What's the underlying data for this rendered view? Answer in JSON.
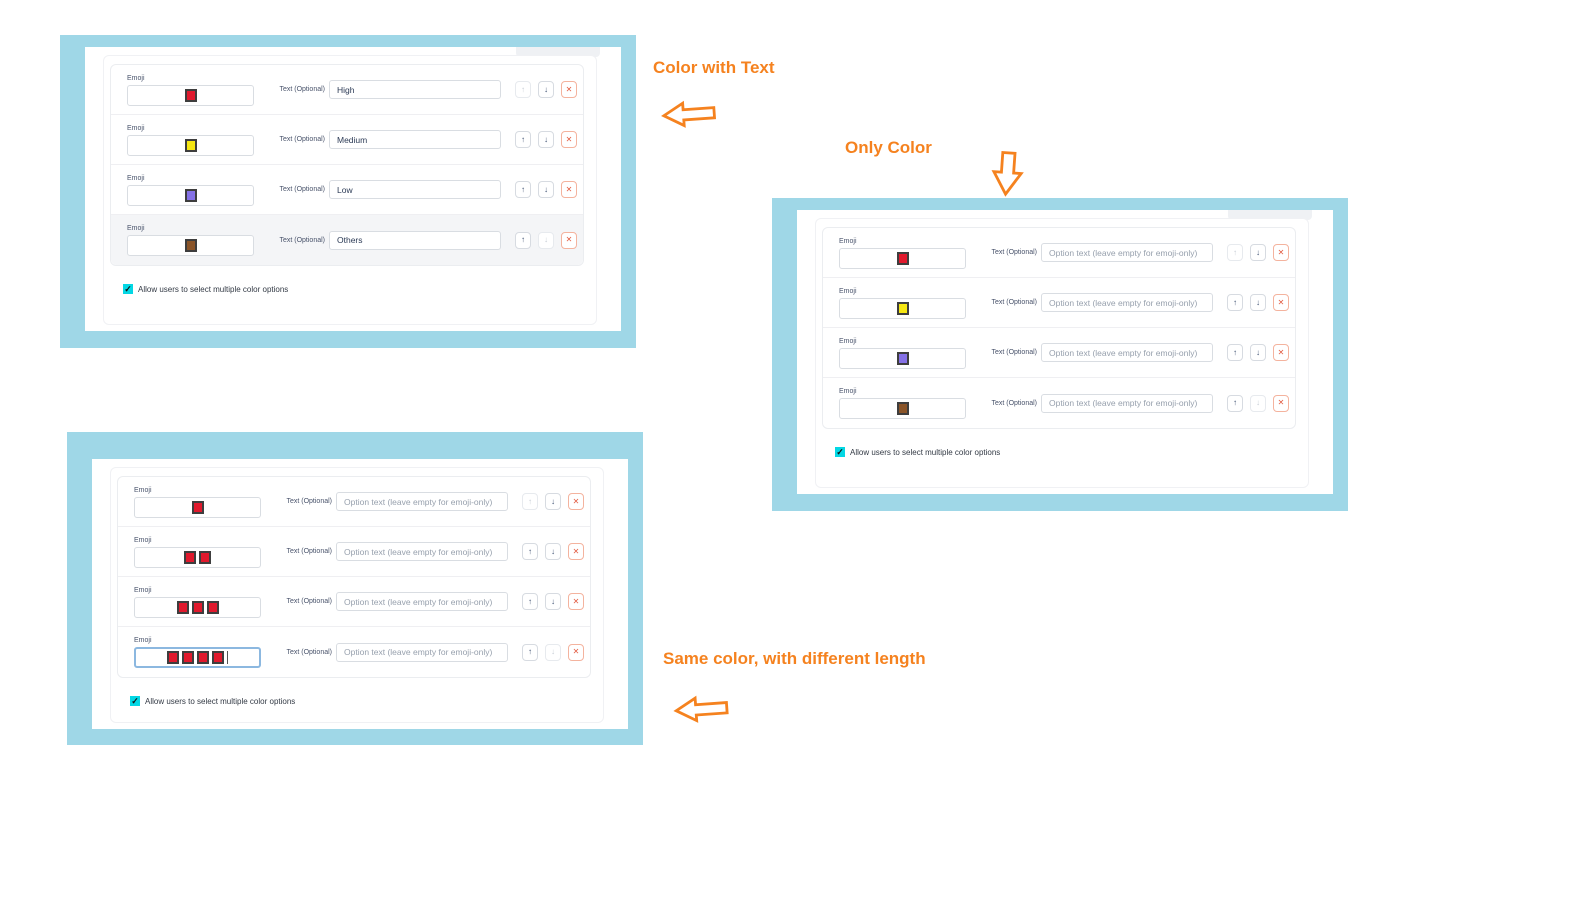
{
  "colors": {
    "frame_blue": "#9fd7e7",
    "annotation_orange": "#f5821f",
    "checkbox_cyan": "#03d7e4",
    "square_red": "#e0192d",
    "square_yellow": "#f6e713",
    "square_purple": "#8571e6",
    "square_brown": "#8a5428"
  },
  "icons": {
    "up": "↑",
    "down": "↓",
    "delete": "✕",
    "check": "✓"
  },
  "labels": {
    "emoji": "Emoji",
    "text_optional": "Text (Optional)"
  },
  "placeholder": "Option text (leave empty for emoji-only)",
  "checkbox_label": "Allow users to select multiple color options",
  "annotations": [
    {
      "label": "Color with Text",
      "arrow": "left"
    },
    {
      "label": "Only Color",
      "arrow": "down"
    },
    {
      "label": "Same color, with different length",
      "arrow": "left"
    }
  ],
  "panels": [
    {
      "name": "color-with-text",
      "cutoff_button": true,
      "checkbox_checked": true,
      "rows": [
        {
          "squares": [
            "red"
          ],
          "value": "High",
          "up_disabled": true,
          "down_disabled": false,
          "highlighted": false,
          "focused": false
        },
        {
          "squares": [
            "yellow"
          ],
          "value": "Medium",
          "up_disabled": false,
          "down_disabled": false,
          "highlighted": false,
          "focused": false
        },
        {
          "squares": [
            "purple"
          ],
          "value": "Low",
          "up_disabled": false,
          "down_disabled": false,
          "highlighted": false,
          "focused": false
        },
        {
          "squares": [
            "brown"
          ],
          "value": "Others",
          "up_disabled": false,
          "down_disabled": true,
          "highlighted": true,
          "focused": false
        }
      ]
    },
    {
      "name": "only-color",
      "cutoff_button": true,
      "checkbox_checked": true,
      "rows": [
        {
          "squares": [
            "red"
          ],
          "value": "",
          "up_disabled": true,
          "down_disabled": false,
          "highlighted": false,
          "focused": false
        },
        {
          "squares": [
            "yellow"
          ],
          "value": "",
          "up_disabled": false,
          "down_disabled": false,
          "highlighted": false,
          "focused": false
        },
        {
          "squares": [
            "purple"
          ],
          "value": "",
          "up_disabled": false,
          "down_disabled": false,
          "highlighted": false,
          "focused": false
        },
        {
          "squares": [
            "brown"
          ],
          "value": "",
          "up_disabled": false,
          "down_disabled": true,
          "highlighted": false,
          "focused": false
        }
      ]
    },
    {
      "name": "same-color-different-length",
      "cutoff_button": false,
      "checkbox_checked": true,
      "rows": [
        {
          "squares": [
            "red"
          ],
          "value": "",
          "up_disabled": true,
          "down_disabled": false,
          "highlighted": false,
          "focused": false
        },
        {
          "squares": [
            "red",
            "red"
          ],
          "value": "",
          "up_disabled": false,
          "down_disabled": false,
          "highlighted": false,
          "focused": false
        },
        {
          "squares": [
            "red",
            "red",
            "red"
          ],
          "value": "",
          "up_disabled": false,
          "down_disabled": false,
          "highlighted": false,
          "focused": false
        },
        {
          "squares": [
            "red",
            "red",
            "red",
            "red"
          ],
          "value": "",
          "up_disabled": false,
          "down_disabled": true,
          "highlighted": false,
          "focused": true
        }
      ]
    }
  ]
}
